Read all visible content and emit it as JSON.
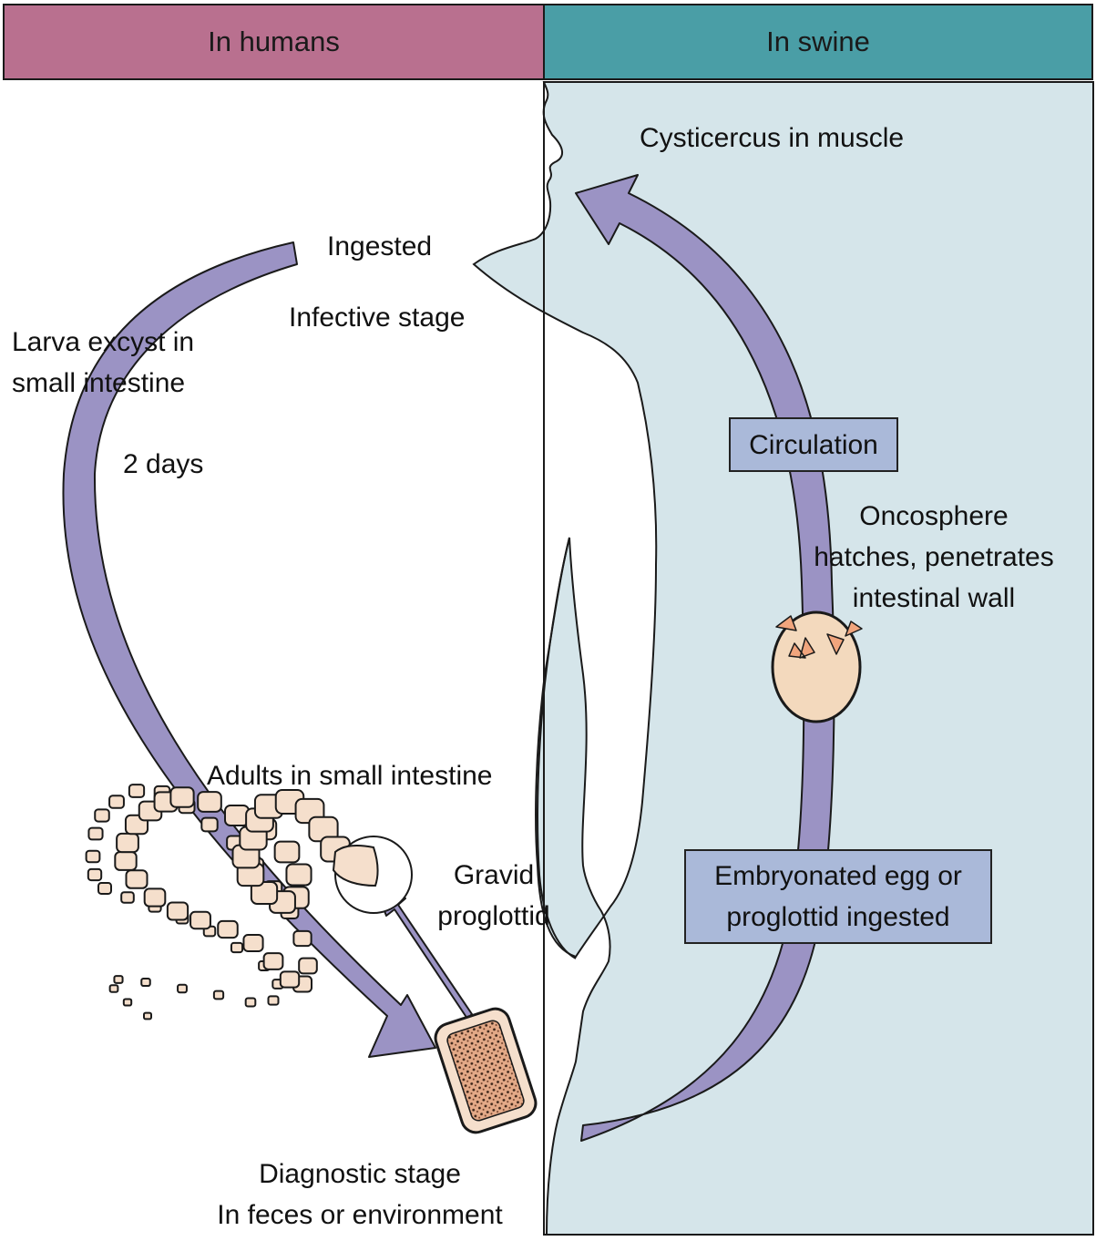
{
  "colors": {
    "humans_header": "#b9708f",
    "swine_header": "#4a9ea6",
    "swine_panel": "#d5e5ea",
    "arrow_fill": "#9b93c4",
    "box_fill": "#aab9d9",
    "worm_fill": "#f5dfcc",
    "egg_fill": "#f3d9bd",
    "hook_fill": "#f1a57d",
    "outline": "#1a1a1a"
  },
  "headers": {
    "humans": "In humans",
    "swine": "In swine"
  },
  "labels": {
    "cysticercus": "Cysticercus in muscle",
    "ingested": "Ingested",
    "infective_stage": "Infective stage",
    "larva_excyst": "Larva excyst in\nsmall intestine",
    "two_days": "2 days",
    "circulation": "Circulation",
    "oncosphere": "Oncosphere\nhatches, penetrates\nintestinal wall",
    "adults": "Adults in small intestine",
    "gravid": "Gravid\nproglottid",
    "embryonated": "Embryonated egg or\nproglottid ingested",
    "diagnostic": "Diagnostic stage\nIn feces or environment"
  },
  "icons": {
    "adult_worm": "tapeworm-icon",
    "egg": "oncosphere-egg-icon",
    "proglottid": "gravid-proglottid-icon",
    "magnifier": "magnifier-circle-icon",
    "body": "human-silhouette-icon"
  }
}
